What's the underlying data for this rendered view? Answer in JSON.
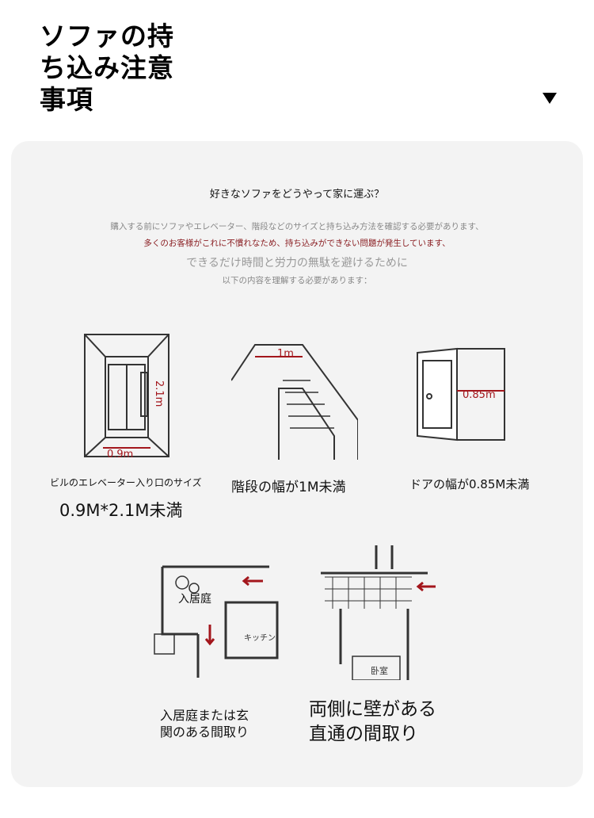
{
  "title": "ソファの持\nち込み注意\n事項",
  "intro": {
    "heading": "好きなソファをどうやって家に運ぶ？",
    "line1": "購入する前にソファやエレベーター、階段などのサイズと持ち込み方法を確認する必要があります、",
    "line2": "多くのお客様がこれに不慣れなため、持ち込みができない問題が発生しています、",
    "line3": "できるだけ時間と労力の無駄を避けるために",
    "line4": "以下の内容を理解する必要があります："
  },
  "items": [
    {
      "caption": "ビルのエレベーター入り口のサイズ",
      "detail": "0.9M*2.1M未満",
      "labels": [
        "0.9m",
        "2.1m"
      ]
    },
    {
      "caption": "階段の幅が1M未満",
      "labels": [
        "1m"
      ]
    },
    {
      "caption": "ドアの幅が0.85M未満",
      "labels": [
        "0.85m"
      ]
    },
    {
      "caption": "入居庭または玄\n関のある間取り",
      "labels": [
        "入居庭",
        "キッチン"
      ]
    },
    {
      "caption": "両側に壁がある\n直通の間取り",
      "labels": [
        "卧室"
      ]
    }
  ],
  "colors": {
    "accent": "#a3161c",
    "panel": "#f3f3f3"
  }
}
